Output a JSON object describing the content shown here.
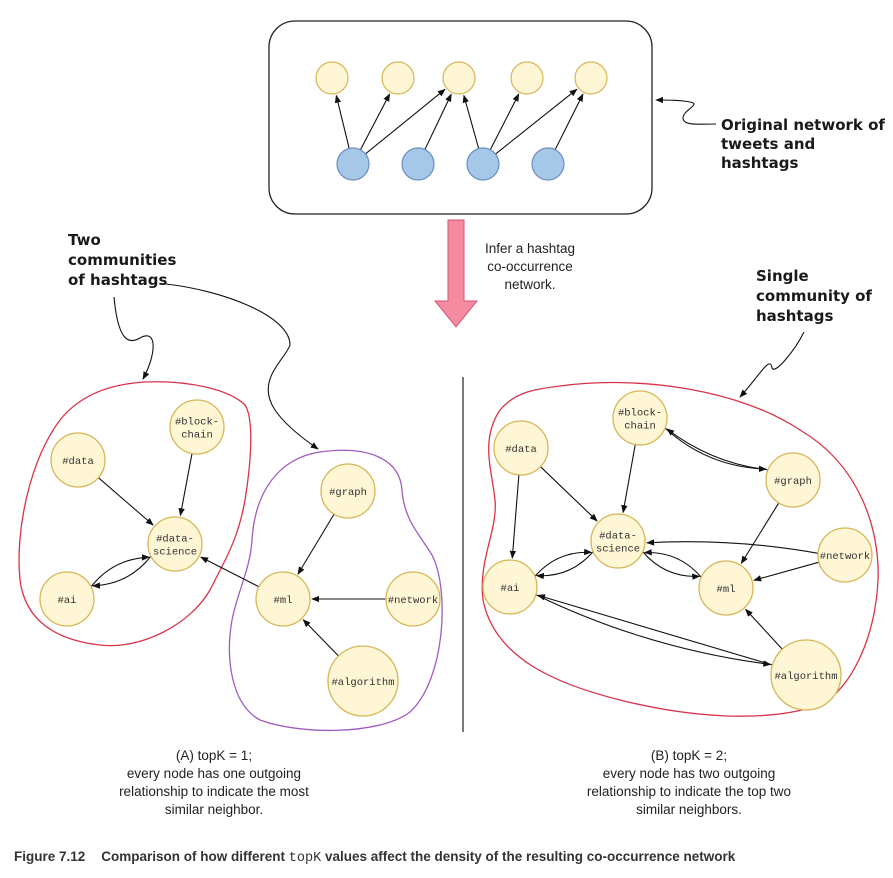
{
  "top_panel": {
    "label_lines": [
      "Original network of",
      "tweets and",
      "hashtags"
    ],
    "hashtag_node_count": 5,
    "tweet_node_count": 4,
    "edges": [
      [
        0,
        0
      ],
      [
        0,
        1
      ],
      [
        0,
        2
      ],
      [
        1,
        2
      ],
      [
        2,
        2
      ],
      [
        2,
        3
      ],
      [
        2,
        4
      ],
      [
        3,
        4
      ]
    ]
  },
  "transform": {
    "label_lines": [
      "Infer a hashtag",
      "co-occurrence",
      "network."
    ]
  },
  "panel_a": {
    "annotation_lines": [
      "Two",
      "communities",
      "of hashtags"
    ],
    "caption_lines": [
      "(A) topK = 1;",
      "every node has one outgoing",
      "relationship to indicate the most",
      "similar neighbor."
    ],
    "nodes": [
      {
        "id": "data",
        "lines": [
          "#data"
        ]
      },
      {
        "id": "blockchain",
        "lines": [
          "#block-",
          "chain"
        ]
      },
      {
        "id": "datascience",
        "lines": [
          "#data-",
          "science"
        ]
      },
      {
        "id": "ai",
        "lines": [
          "#ai"
        ]
      },
      {
        "id": "graph",
        "lines": [
          "#graph"
        ]
      },
      {
        "id": "ml",
        "lines": [
          "#ml"
        ]
      },
      {
        "id": "network",
        "lines": [
          "#network"
        ]
      },
      {
        "id": "algorithm",
        "lines": [
          "#algorithm"
        ]
      }
    ],
    "edges": [
      [
        "data",
        "datascience"
      ],
      [
        "blockchain",
        "datascience"
      ],
      [
        "datascience",
        "ai"
      ],
      [
        "ai",
        "datascience"
      ],
      [
        "ml",
        "datascience"
      ],
      [
        "graph",
        "ml"
      ],
      [
        "network",
        "ml"
      ],
      [
        "algorithm",
        "ml"
      ]
    ],
    "communities": [
      {
        "members": [
          "data",
          "blockchain",
          "datascience",
          "ai"
        ],
        "color": "#d9334a"
      },
      {
        "members": [
          "graph",
          "ml",
          "network",
          "algorithm"
        ],
        "color": "#a35bbf"
      }
    ]
  },
  "panel_b": {
    "annotation_lines": [
      "Single",
      "community of",
      "hashtags"
    ],
    "caption_lines": [
      "(B) topK = 2;",
      "every node has two outgoing",
      "relationship to indicate the top two",
      "similar neighbors."
    ],
    "nodes": [
      {
        "id": "data",
        "lines": [
          "#data"
        ]
      },
      {
        "id": "blockchain",
        "lines": [
          "#block-",
          "chain"
        ]
      },
      {
        "id": "datascience",
        "lines": [
          "#data-",
          "science"
        ]
      },
      {
        "id": "ai",
        "lines": [
          "#ai"
        ]
      },
      {
        "id": "graph",
        "lines": [
          "#graph"
        ]
      },
      {
        "id": "ml",
        "lines": [
          "#ml"
        ]
      },
      {
        "id": "network",
        "lines": [
          "#network"
        ]
      },
      {
        "id": "algorithm",
        "lines": [
          "#algorithm"
        ]
      }
    ],
    "edges": [
      [
        "data",
        "ai"
      ],
      [
        "data",
        "datascience"
      ],
      [
        "blockchain",
        "datascience"
      ],
      [
        "blockchain",
        "graph"
      ],
      [
        "graph",
        "blockchain"
      ],
      [
        "graph",
        "ml"
      ],
      [
        "datascience",
        "ai"
      ],
      [
        "ai",
        "datascience"
      ],
      [
        "datascience",
        "ml"
      ],
      [
        "ml",
        "datascience"
      ],
      [
        "network",
        "datascience"
      ],
      [
        "network",
        "ml"
      ],
      [
        "ai",
        "algorithm"
      ],
      [
        "algorithm",
        "ai"
      ],
      [
        "algorithm",
        "ml"
      ]
    ],
    "communities": [
      {
        "members": [
          "data",
          "blockchain",
          "datascience",
          "ai",
          "graph",
          "ml",
          "network",
          "algorithm"
        ],
        "color": "#d9334a"
      }
    ]
  },
  "figure_caption": {
    "label": "Figure 7.12",
    "text_before": "Comparison of how different ",
    "code": "topK",
    "text_after": " values affect the density of the resulting co-occurrence network"
  },
  "colors": {
    "hashtag_fill": "#fff6d5",
    "hashtag_stroke": "#d6b656",
    "tweet_fill": "#a5c8e8",
    "tweet_stroke": "#6c8ebf",
    "arrow_fill": "#f48ba0",
    "arrow_stroke": "#d65570",
    "edge": "#111111"
  }
}
